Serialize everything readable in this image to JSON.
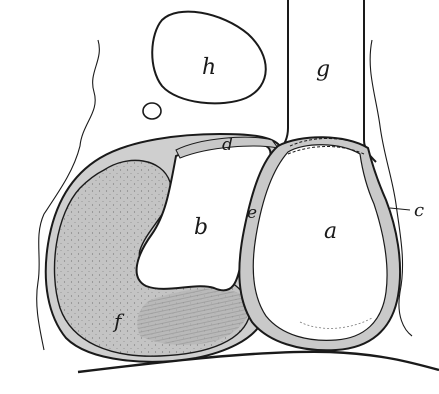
{
  "figure": {
    "labels": {
      "a": "a",
      "b": "b",
      "c": "c",
      "d": "d",
      "e": "e",
      "f": "f",
      "g": "g",
      "h": "h"
    },
    "colors": {
      "ink": "#1a1a1a",
      "wall_fill": "#c8c8c8",
      "mass_fill": "#bdbdbd",
      "paper": "#ffffff"
    }
  }
}
